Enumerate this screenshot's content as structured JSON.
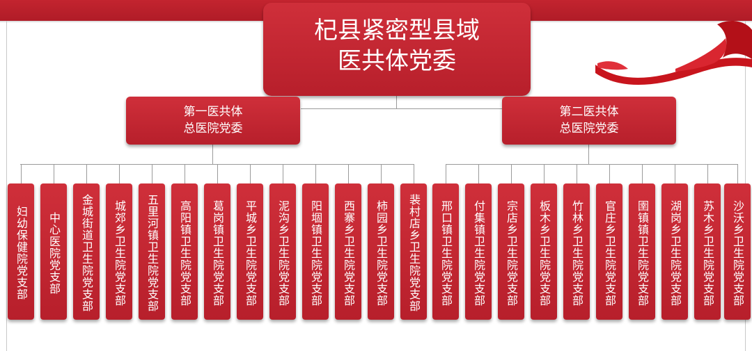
{
  "root": {
    "line1": "杞县紧密型县域",
    "line2": "医共体党委"
  },
  "groups": [
    {
      "line1": "第一医共体",
      "line2": "总医院党委",
      "branches": [
        "妇幼保健院党支部",
        "中心医院党支部",
        "金城街道卫生院党支部",
        "城郊乡卫生院党支部",
        "五里河镇卫生院党支部",
        "高阳镇卫生院党支部",
        "葛岗镇卫生院党支部",
        "平城乡卫生院党支部",
        "泥沟乡卫生院党支部",
        "阳堌镇卫生院党支部",
        "西寨乡卫生院党支部",
        "柿园乡卫生院党支部",
        "裴村店乡卫生院党支部"
      ]
    },
    {
      "line1": "第二医共体",
      "line2": "总医院党委",
      "branches": [
        "邢口镇卫生院党支部",
        "付集镇卫生院党支部",
        "宗店乡卫生院党支部",
        "板木乡卫生院党支部",
        "竹林乡卫生院党支部",
        "官庄乡卫生院党支部",
        "圉镇镇卫生院党支部",
        "湖岗乡卫生院党支部",
        "苏木乡卫生院党支部",
        "沙沃乡卫生院党支部"
      ]
    }
  ],
  "colors": {
    "box_fill": "#c4242f",
    "text": "#ffffff",
    "connector": "#9a9a9a"
  }
}
